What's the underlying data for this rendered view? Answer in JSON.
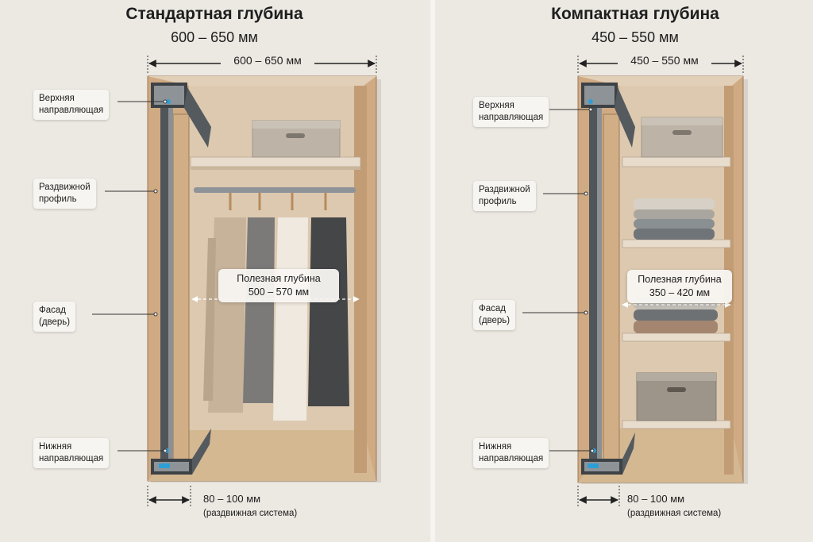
{
  "standard": {
    "title": "Стандартная глубина",
    "subtitle": "600 – 650 мм",
    "dimension": "600 – 650 мм",
    "callouts": {
      "top_rail": [
        "Верхняя",
        "направляющая"
      ],
      "sliding_profile": [
        "Раздвижной",
        "профиль"
      ],
      "facade": [
        "Фасад",
        "(дверь)"
      ],
      "bottom_rail": [
        "Нижняя",
        "направляющая"
      ]
    },
    "usable_depth": [
      "Полезная глубина",
      "500 – 570 мм"
    ],
    "system_width": "80 – 100 мм",
    "system_note": "(раздвижная система)"
  },
  "compact": {
    "title": "Компактная глубина",
    "subtitle": "450 – 550 мм",
    "dimension": "450 – 550 мм",
    "callouts": {
      "top_rail": [
        "Верхняя",
        "направляющая"
      ],
      "sliding_profile": [
        "Раздвижной",
        "профиль"
      ],
      "facade": [
        "Фасад",
        "(дверь)"
      ],
      "bottom_rail": [
        "Нижняя",
        "направляющая"
      ]
    },
    "usable_depth": [
      "Полезная глубина",
      "350 – 420 мм"
    ],
    "system_width": "80 – 100 мм",
    "system_note": "(раздвижная система)"
  },
  "colors": {
    "background": "#ece8e2",
    "wood": "#c9a47d",
    "wood_dark": "#a8825e",
    "interior": "#d9c6ad",
    "rail": "#6f7478",
    "rail_accent": "#2e9fd6",
    "box": "#bfb6a9"
  }
}
